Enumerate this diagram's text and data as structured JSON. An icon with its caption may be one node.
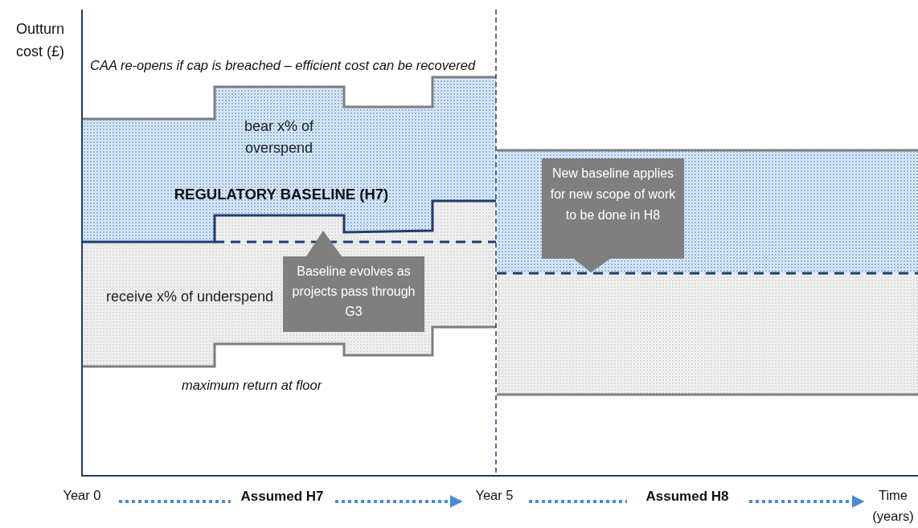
{
  "diagram": {
    "nodes": [
      {
        "text": [
          "Baseline evolves as projects pass through G3"
        ]
      },
      {
        "text": [
          "New baseline applies for new scope of work to be done in H8"
        ]
      },
      {
        "text": [
          "Year 0"
        ]
      },
      {
        "text": [
          "Assumed H7"
        ]
      },
      {
        "text": [
          "Year 5"
        ]
      },
      {
        "text": [
          "Assumed H8"
        ]
      },
      {
        "text": [
          "Time (years)"
        ]
      }
    ],
    "edges": [
      {
        "from": 2,
        "to": 3,
        "arrow": "none"
      },
      {
        "from": 3,
        "to": 4,
        "arrow": "to"
      },
      {
        "from": 4,
        "to": 5,
        "arrow": "none"
      },
      {
        "from": 5,
        "to": 6,
        "arrow": "to"
      }
    ],
    "labels": [
      "Outturn cost (£)",
      "CAA re-opens if cap is breached – efficient cost can be recovered",
      "bear x% of overspend",
      "REGULATORY BASELINE (H7)",
      "receive x% of underspend",
      "maximum return at floor"
    ]
  }
}
